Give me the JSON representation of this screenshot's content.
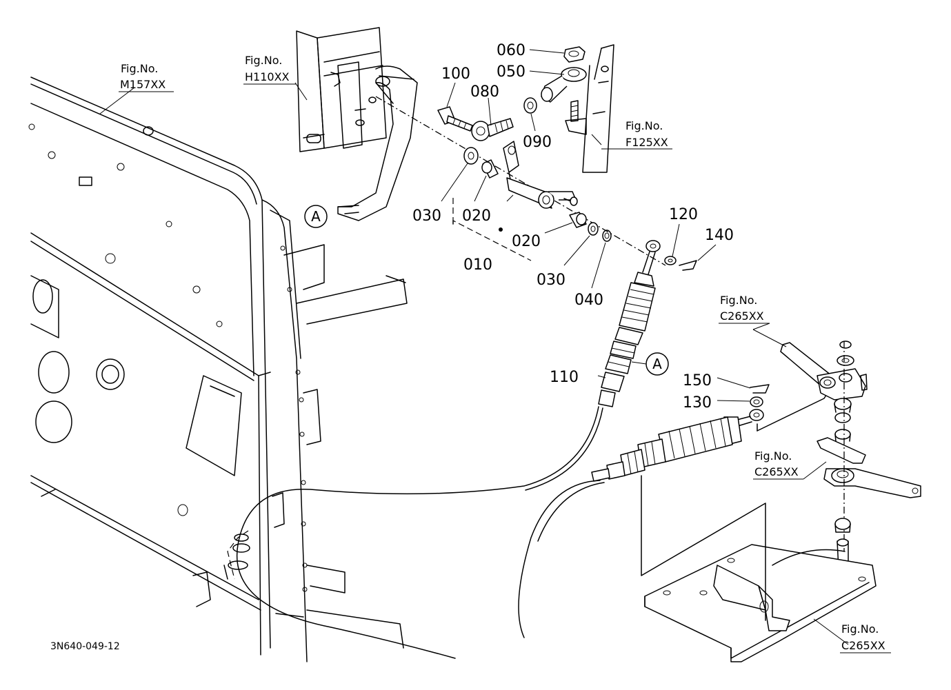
{
  "figure_refs": [
    {
      "id": "m157",
      "title": "Fig.No.",
      "code": "M157XX"
    },
    {
      "id": "h110",
      "title": "Fig.No.",
      "code": "H110XX"
    },
    {
      "id": "f125",
      "title": "Fig.No.",
      "code": "F125XX"
    },
    {
      "id": "c265a",
      "title": "Fig.No.",
      "code": "C265XX"
    },
    {
      "id": "c265b",
      "title": "Fig.No.",
      "code": "C265XX"
    },
    {
      "id": "c265c",
      "title": "Fig.No.",
      "code": "C265XX"
    }
  ],
  "parts": [
    {
      "id": "p060",
      "label": "060"
    },
    {
      "id": "p050",
      "label": "050"
    },
    {
      "id": "p100",
      "label": "100"
    },
    {
      "id": "p080",
      "label": "080"
    },
    {
      "id": "p090",
      "label": "090"
    },
    {
      "id": "p030a",
      "label": "030"
    },
    {
      "id": "p020a",
      "label": "020"
    },
    {
      "id": "p020b",
      "label": "020"
    },
    {
      "id": "p010",
      "label": "010"
    },
    {
      "id": "p030b",
      "label": "030"
    },
    {
      "id": "p040",
      "label": "040"
    },
    {
      "id": "p120",
      "label": "120"
    },
    {
      "id": "p140",
      "label": "140"
    },
    {
      "id": "p110",
      "label": "110"
    },
    {
      "id": "p150",
      "label": "150"
    },
    {
      "id": "p130",
      "label": "130"
    }
  ],
  "callouts": [
    {
      "id": "a1",
      "label": "A"
    },
    {
      "id": "a2",
      "label": "A"
    }
  ],
  "drawing_code": "3N640-049-12"
}
